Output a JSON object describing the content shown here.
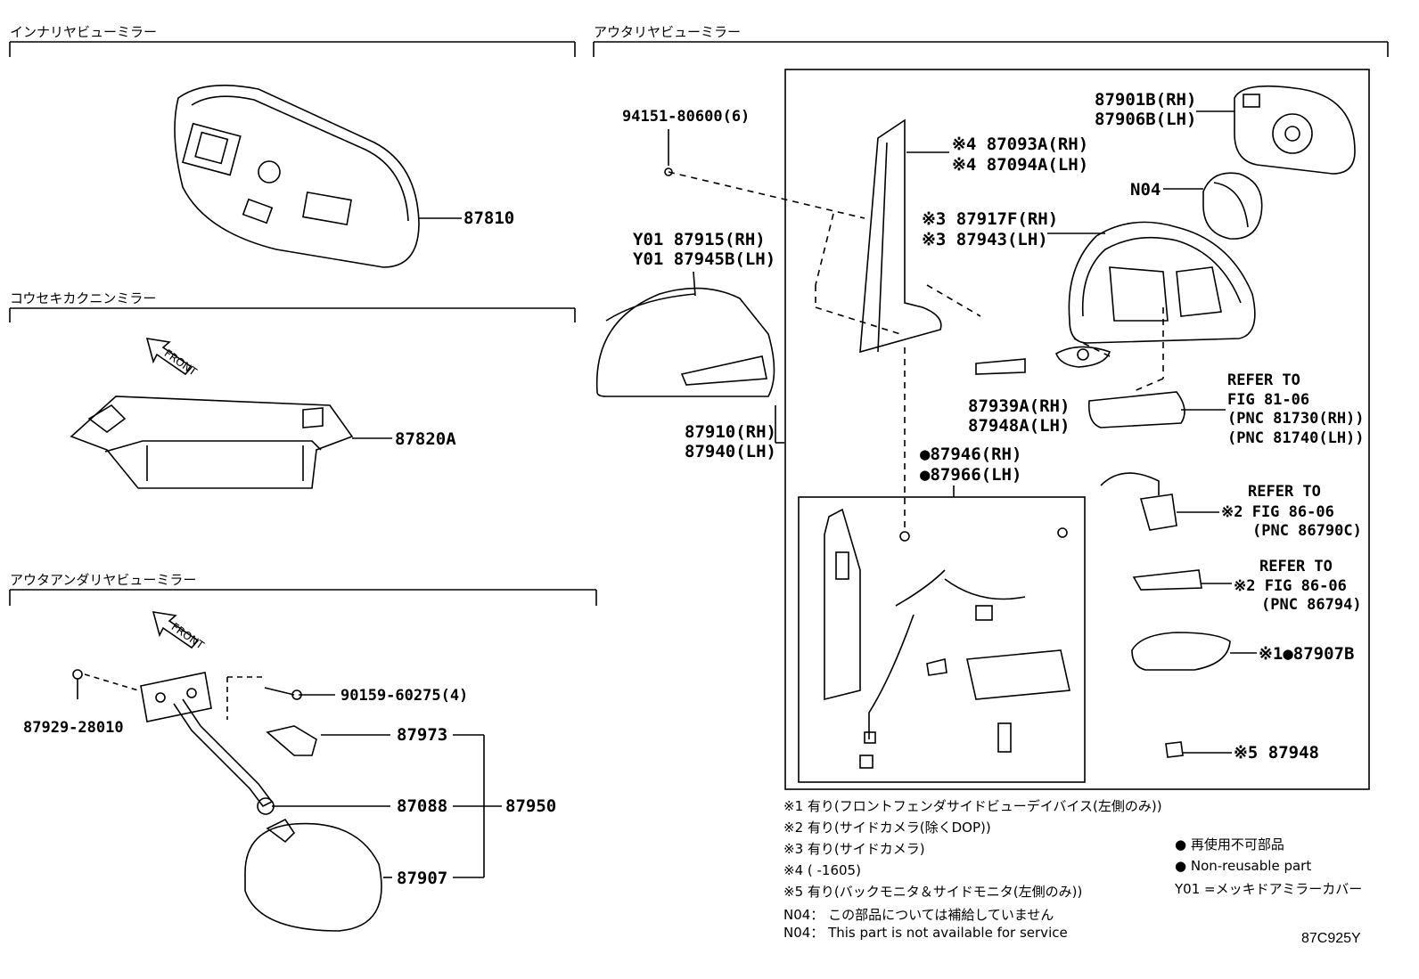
{
  "sections": {
    "inner": "インナリヤビューミラー",
    "outer": "アウタリヤビューミラー",
    "passenger": "コウセキカクニンミラー",
    "under": "アウタアンダリヤビューミラー"
  },
  "front_label": "FRONT",
  "parts": {
    "p87810": "87810",
    "p87820A": "87820A",
    "p87929": "87929-28010",
    "p90159": "90159-60275(4)",
    "p87973": "87973",
    "p87088": "87088",
    "p87950": "87950",
    "p87907": "87907",
    "p94151": "94151-80600(6)",
    "y01_a": "Y01 87915(RH)",
    "y01_b": "Y01 87945B(LH)",
    "p87910": "87910(RH)",
    "p87940": "87940(LH)",
    "p87093": "※4 87093A(RH)",
    "p87094": "※4 87094A(LH)",
    "p87901": "87901B(RH)",
    "p87906": "87906B(LH)",
    "n04": "N04",
    "p87917": "※3 87917F(RH)",
    "p87943": "※3 87943(LH)",
    "p87939": "87939A(RH)",
    "p87948A": "87948A(LH)",
    "ref1_a": "REFER TO",
    "ref1_b": "FIG 81-06",
    "ref1_c": "(PNC 81730(RH))",
    "ref1_d": "(PNC 81740(LH))",
    "p87946": "●87946(RH)",
    "p87966": "●87966(LH)",
    "ref2_a": "REFER TO",
    "ref2_b": "※2 FIG 86-06",
    "ref2_c": "(PNC 86790C)",
    "ref3_a": "REFER TO",
    "ref3_b": "※2 FIG 86-06",
    "ref3_c": "(PNC 86794)",
    "p87907B": "※1●87907B",
    "p87948": "※5 87948"
  },
  "notes": [
    "※1 有り(フロントフェンダサイドビューデイバイス(左側のみ))",
    "※2 有り(サイドカメラ(除くDOP))",
    "※3 有り(サイドカメラ)",
    "※4 (      -1605)",
    "※5 有り(バックモニタ＆サイドモニタ(左側のみ))",
    "N04： この部品については補給していません",
    "N04： This part is not available for service"
  ],
  "legend": [
    "● 再使用不可部品",
    "● Non-reusable part",
    "Y01 =メッキドアミラーカバー"
  ],
  "figure_id": "87C925Y"
}
